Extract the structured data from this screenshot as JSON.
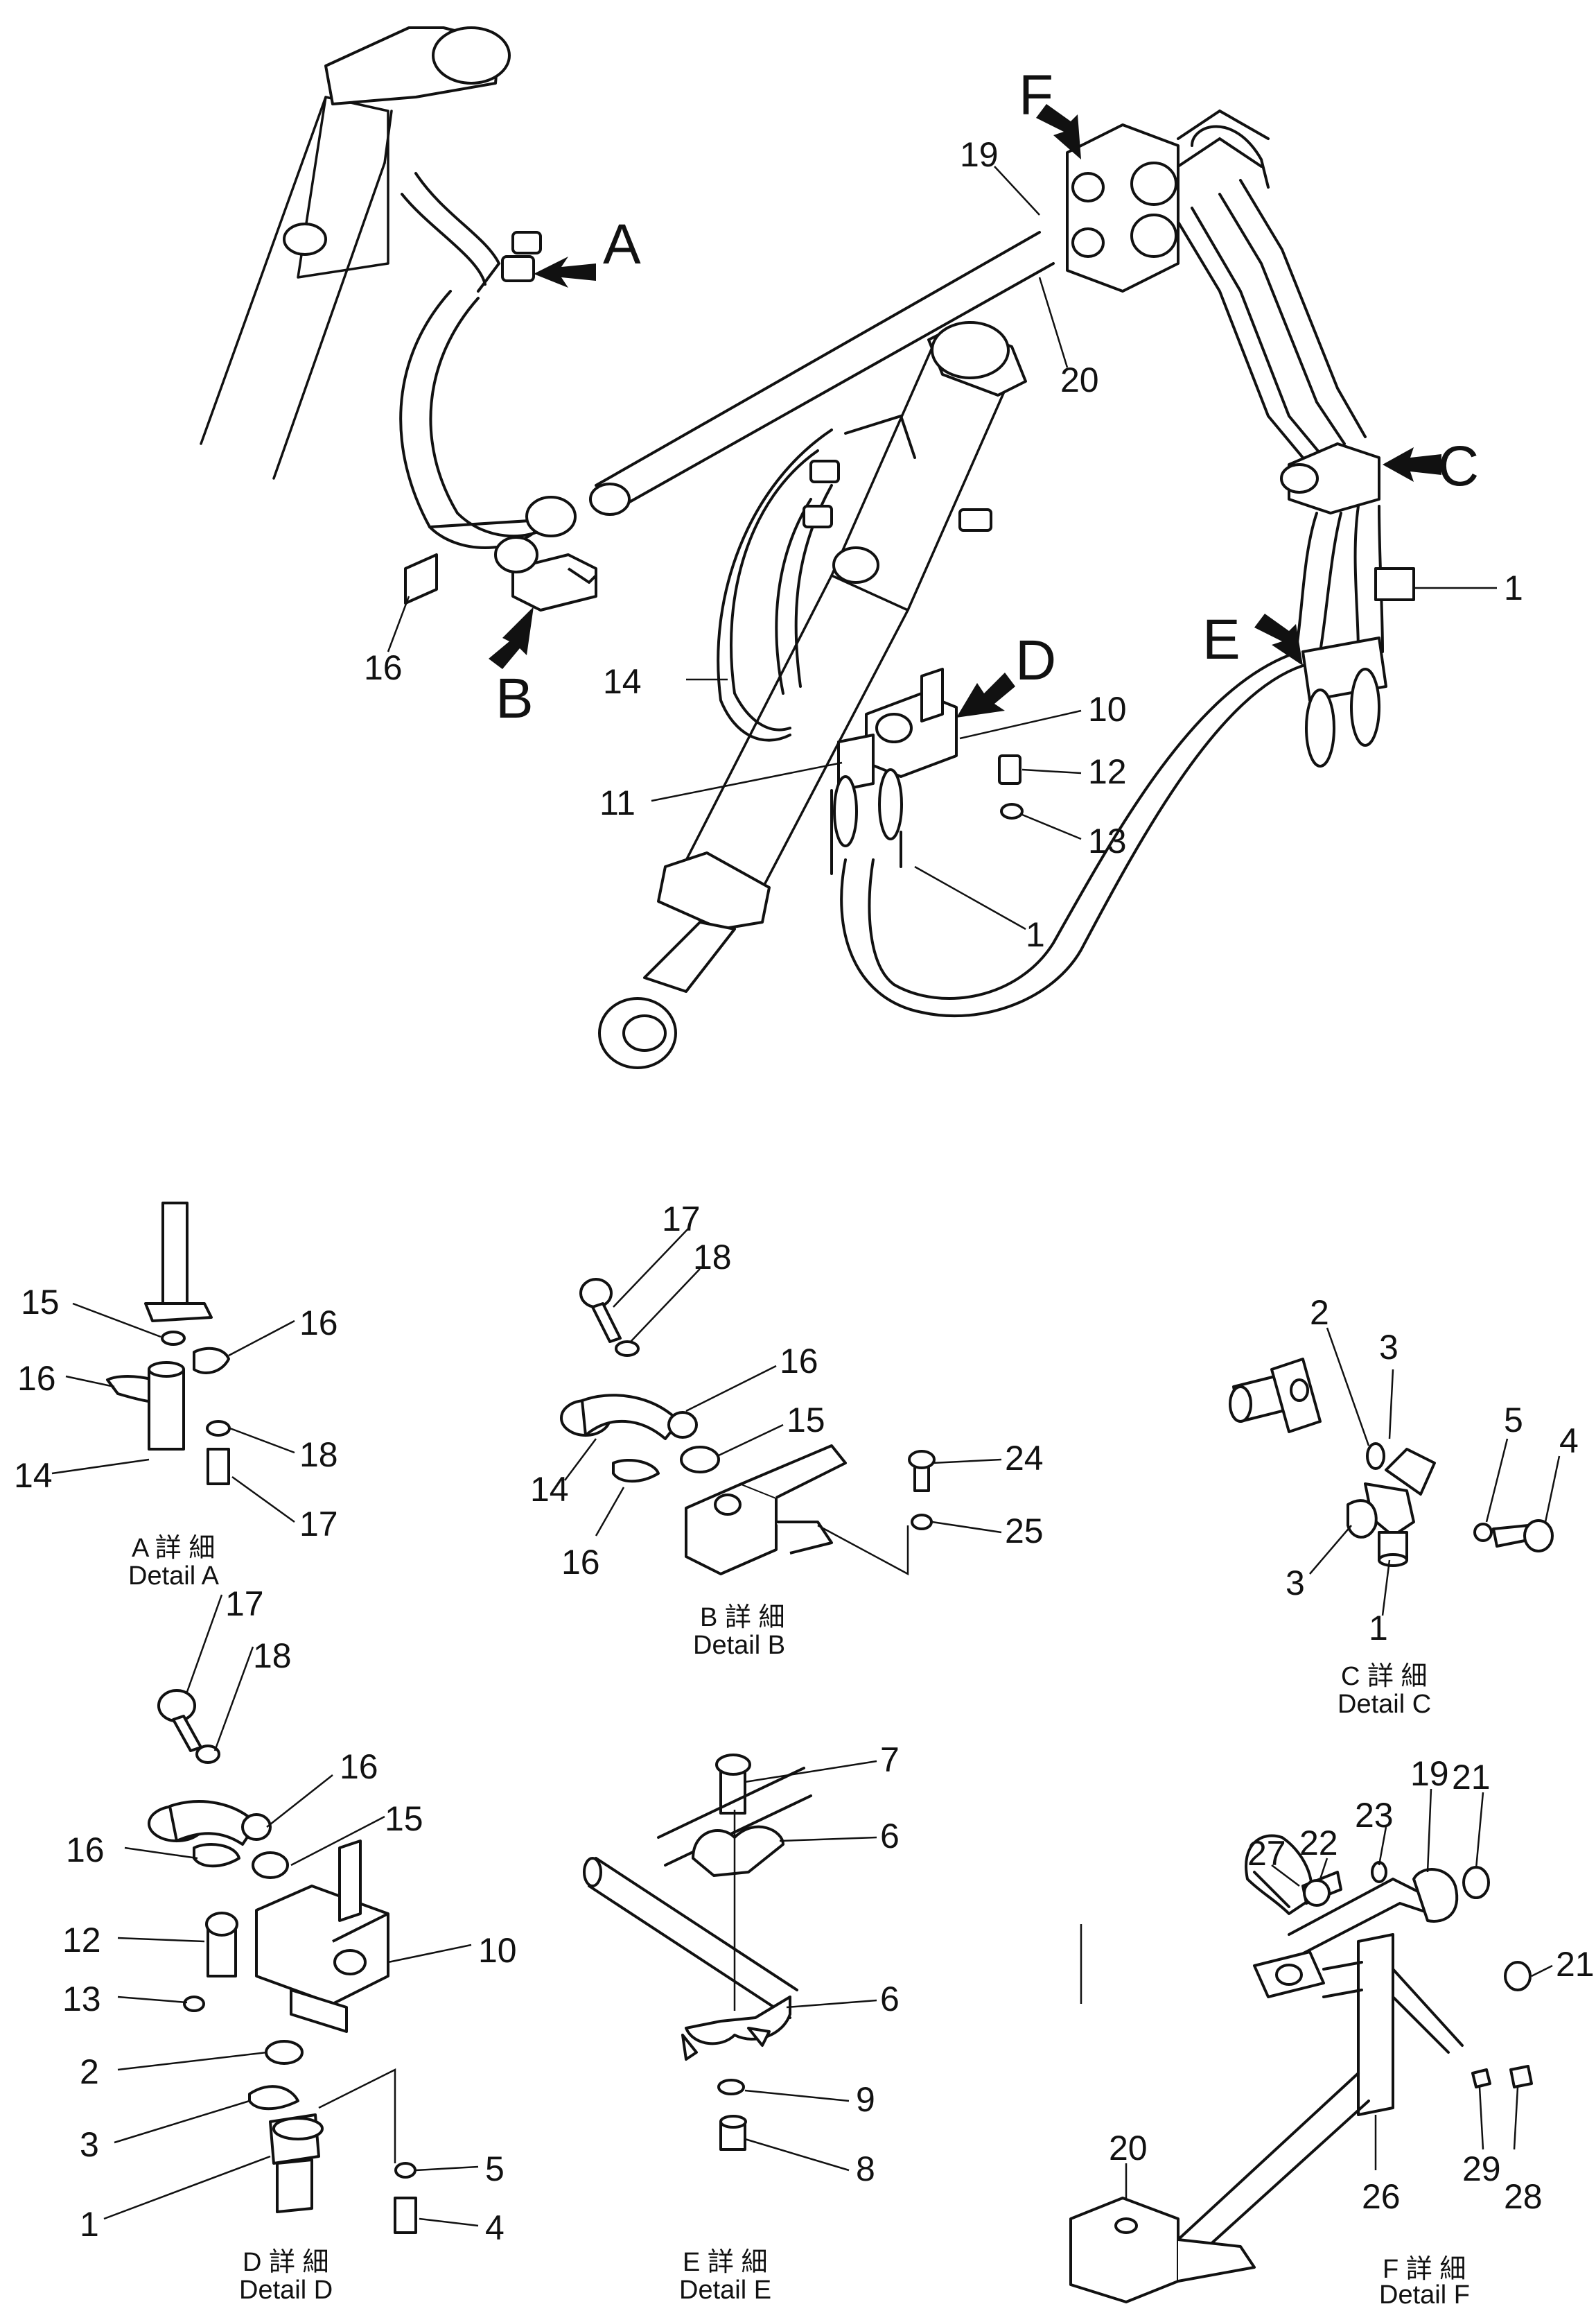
{
  "main_view": {
    "callouts": {
      "A": "A",
      "B": "B",
      "C": "C",
      "D": "D",
      "E": "E",
      "F": "F"
    },
    "labels": {
      "p19": "19",
      "p20": "20",
      "p16": "16",
      "p14": "14",
      "p11": "11",
      "p10": "10",
      "p12": "12",
      "p13": "13",
      "p1a": "1",
      "p1b": "1"
    }
  },
  "details": {
    "A": {
      "caption_jp": "A 詳 細",
      "caption_en": "Detail  A",
      "labels": {
        "p15": "15",
        "p16a": "16",
        "p16b": "16",
        "p14": "14",
        "p18": "18",
        "p17": "17"
      }
    },
    "B": {
      "caption_jp": "B 詳 細",
      "caption_en": "Detail  B",
      "labels": {
        "p17": "17",
        "p18": "18",
        "p16a": "16",
        "p15": "15",
        "p14": "14",
        "p16b": "16",
        "p24": "24",
        "p25": "25"
      }
    },
    "C": {
      "caption_jp": "C 詳 細",
      "caption_en": "Detail  C",
      "labels": {
        "p2": "2",
        "p3a": "3",
        "p5": "5",
        "p4": "4",
        "p3b": "3",
        "p1": "1"
      }
    },
    "D": {
      "caption_jp": "D 詳 細",
      "caption_en": "Detail  D",
      "labels": {
        "p17": "17",
        "p18": "18",
        "p16a": "16",
        "p16b": "16",
        "p15": "15",
        "p12": "12",
        "p10": "10",
        "p13": "13",
        "p2": "2",
        "p3": "3",
        "p5": "5",
        "p1": "1",
        "p4": "4"
      }
    },
    "E": {
      "caption_jp": "E 詳 細",
      "caption_en": "Detail  E",
      "labels": {
        "p7": "7",
        "p6a": "6",
        "p6b": "6",
        "p9": "9",
        "p8": "8"
      }
    },
    "F": {
      "caption_jp": "F 詳 細",
      "caption_en": "Detail  F",
      "labels": {
        "p21a": "21",
        "p19": "19",
        "p23": "23",
        "p22": "22",
        "p27": "27",
        "p21b": "21",
        "p20": "20",
        "p29": "29",
        "p28": "28",
        "p26": "26"
      }
    }
  }
}
